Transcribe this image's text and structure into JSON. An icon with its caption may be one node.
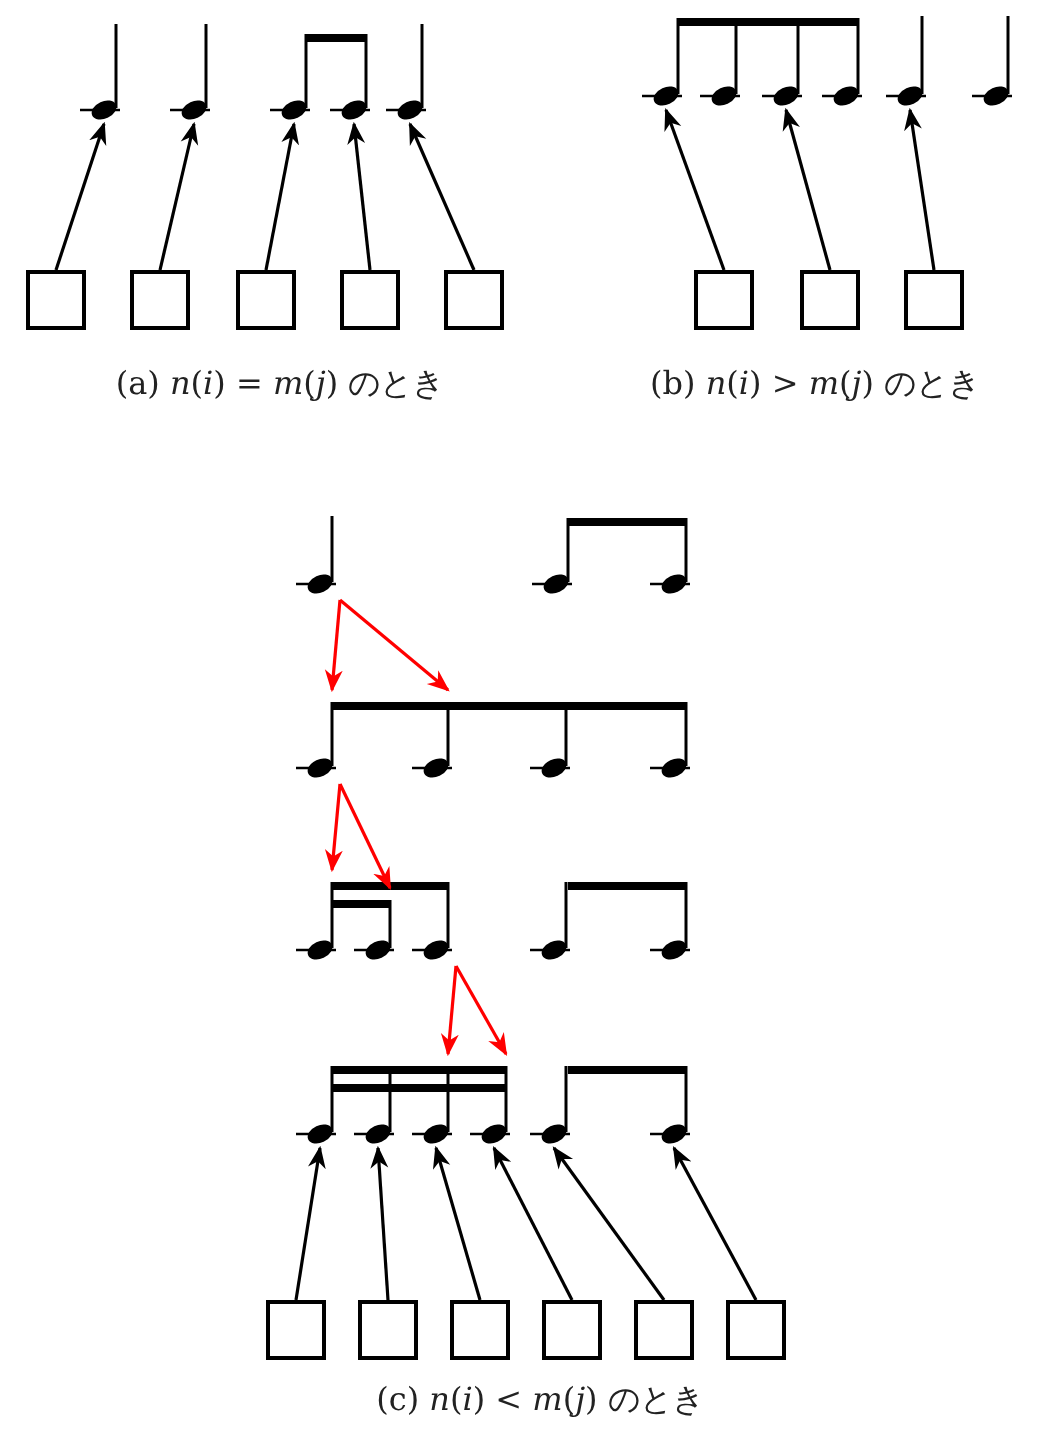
{
  "diagram": {
    "nodes": [
      {
        "text": [],
        "shape": "picture"
      },
      {
        "text": [],
        "shape": "picture"
      },
      {
        "text": [],
        "shape": "picture"
      },
      {
        "text": [],
        "shape": "picture"
      },
      {
        "text": [],
        "shape": "picture"
      },
      {
        "text": [],
        "shape": "box"
      },
      {
        "text": [],
        "shape": "box"
      },
      {
        "text": [],
        "shape": "box"
      },
      {
        "text": [],
        "shape": "box"
      },
      {
        "text": [],
        "shape": "box"
      },
      {
        "text": [],
        "shape": "picture"
      },
      {
        "text": [],
        "shape": "picture"
      },
      {
        "text": [],
        "shape": "picture"
      },
      {
        "text": [],
        "shape": "picture"
      },
      {
        "text": [],
        "shape": "picture"
      },
      {
        "text": [],
        "shape": "picture"
      },
      {
        "text": [],
        "shape": "box"
      },
      {
        "text": [],
        "shape": "box"
      },
      {
        "text": [],
        "shape": "box"
      },
      {
        "text": [],
        "shape": "picture"
      },
      {
        "text": [],
        "shape": "picture"
      },
      {
        "text": [],
        "shape": "picture"
      },
      {
        "text": [],
        "shape": "picture"
      },
      {
        "text": [],
        "shape": "picture"
      },
      {
        "text": [],
        "shape": "picture"
      },
      {
        "text": [],
        "shape": "picture"
      },
      {
        "text": [],
        "shape": "picture"
      },
      {
        "text": [],
        "shape": "picture"
      },
      {
        "text": [],
        "shape": "picture"
      },
      {
        "text": [],
        "shape": "picture"
      },
      {
        "text": [],
        "shape": "picture"
      },
      {
        "text": [],
        "shape": "picture"
      },
      {
        "text": [],
        "shape": "picture"
      },
      {
        "text": [],
        "shape": "picture"
      },
      {
        "text": [],
        "shape": "picture"
      },
      {
        "text": [],
        "shape": "picture"
      },
      {
        "text": [],
        "shape": "picture"
      },
      {
        "text": [],
        "shape": "box"
      },
      {
        "text": [],
        "shape": "box"
      },
      {
        "text": [],
        "shape": "box"
      },
      {
        "text": [],
        "shape": "box"
      },
      {
        "text": [],
        "shape": "box"
      },
      {
        "text": [],
        "shape": "box"
      }
    ],
    "edges": [
      {
        "from": 5,
        "to": 0,
        "arrow": "to"
      },
      {
        "from": 6,
        "to": 1,
        "arrow": "to"
      },
      {
        "from": 7,
        "to": 2,
        "arrow": "to"
      },
      {
        "from": 8,
        "to": 3,
        "arrow": "to"
      },
      {
        "from": 9,
        "to": 4,
        "arrow": "to"
      },
      {
        "from": 16,
        "to": 10,
        "arrow": "to"
      },
      {
        "from": 17,
        "to": 12,
        "arrow": "to"
      },
      {
        "from": 18,
        "to": 14,
        "arrow": "to"
      },
      {
        "from": 19,
        "to": 22,
        "arrow": "to",
        "color": "#ff0000"
      },
      {
        "from": 19,
        "to": 23,
        "arrow": "to",
        "color": "#ff0000"
      },
      {
        "from": 22,
        "to": 26,
        "arrow": "to",
        "color": "#ff0000"
      },
      {
        "from": 22,
        "to": 27,
        "arrow": "to",
        "color": "#ff0000"
      },
      {
        "from": 28,
        "to": 33,
        "arrow": "to",
        "color": "#ff0000"
      },
      {
        "from": 28,
        "to": 34,
        "arrow": "to",
        "color": "#ff0000"
      },
      {
        "from": 37,
        "to": 31,
        "arrow": "to"
      },
      {
        "from": 38,
        "to": 32,
        "arrow": "to"
      },
      {
        "from": 39,
        "to": 33,
        "arrow": "to"
      },
      {
        "from": 40,
        "to": 34,
        "arrow": "to"
      },
      {
        "from": 41,
        "to": 35,
        "arrow": "to"
      },
      {
        "from": 42,
        "to": 36,
        "arrow": "to"
      }
    ],
    "labels": [
      "(a) *n*(*i*) = *m*(*j*) のとき",
      "(b) *n*(*i*) > *m*(*j*) のとき",
      "(c) *n*(*i*) < *m*(*j*) のとき"
    ]
  }
}
